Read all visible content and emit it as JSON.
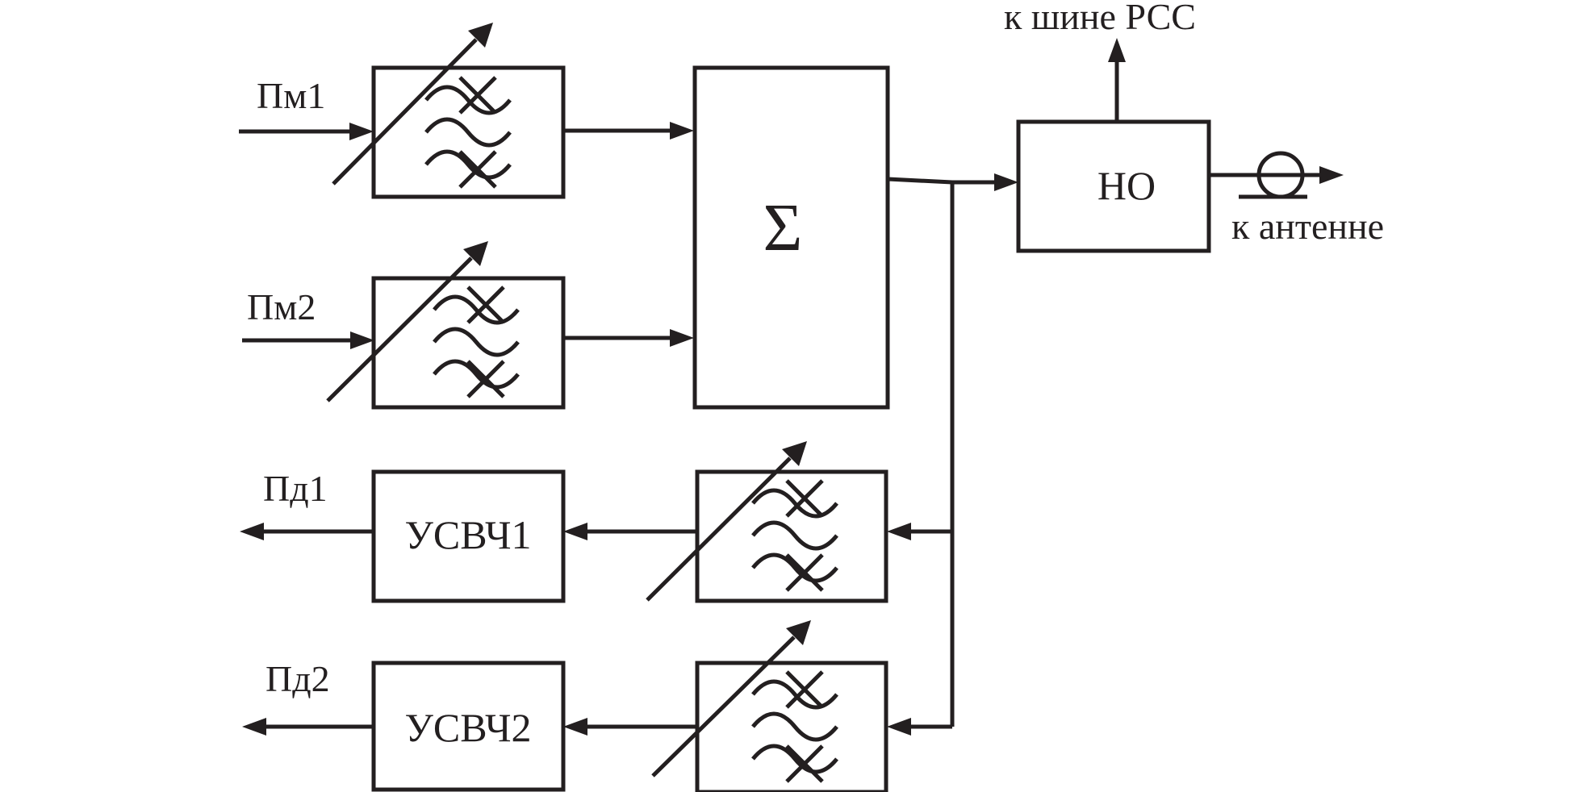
{
  "inputs": {
    "pm1": "Пм1",
    "pm2": "Пм2"
  },
  "outputs": {
    "pd1": "Пд1",
    "pd2": "Пд2"
  },
  "blocks": {
    "combiner": "Σ",
    "coupler": "НО",
    "amp1": "УСВЧ1",
    "amp2": "УСВЧ2"
  },
  "destinations": {
    "bus": "к шине РСС",
    "antenna": "к антенне"
  },
  "icons": {
    "filter": "tunable-bandpass-filter-icon",
    "connector": "coaxial-connector-icon"
  },
  "colors": {
    "ink": "#231f20",
    "background": "#ffffff"
  }
}
